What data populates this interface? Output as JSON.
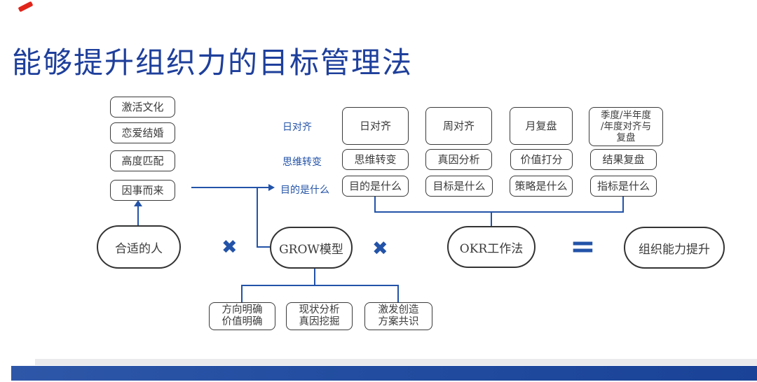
{
  "title": "能够提升组织力的目标管理法",
  "accent_blue": "#2353A8",
  "corner_accent_color": "#E1251B",
  "left_stack": [
    "激活文化",
    "恋爱结婚",
    "高度匹配",
    "因事而来"
  ],
  "row_labels": [
    "日对齐",
    "思维转变",
    "目的是什么"
  ],
  "matrix": {
    "row1": [
      "日对齐",
      "周对齐",
      "月复盘"
    ],
    "row1_col4_lines": [
      "季度/半年度",
      "/年度对齐与",
      "复盘"
    ],
    "row2": [
      "思维转变",
      "真因分析",
      "价值打分",
      "结果复盘"
    ],
    "row3": [
      "目的是什么",
      "目标是什么",
      "策略是什么",
      "指标是什么"
    ]
  },
  "equation": {
    "term_people": "合适的人",
    "term_grow": "GROW模型",
    "term_okr": "OKR工作法",
    "term_result": "组织能力提升",
    "multiply_sign": "✖",
    "equals_sign": "="
  },
  "grow_children": [
    {
      "line1": "方向明确",
      "line2": "价值明确"
    },
    {
      "line1": "现状分析",
      "line2": "真因挖掘"
    },
    {
      "line1": "激发创造",
      "line2": "方案共识"
    }
  ]
}
